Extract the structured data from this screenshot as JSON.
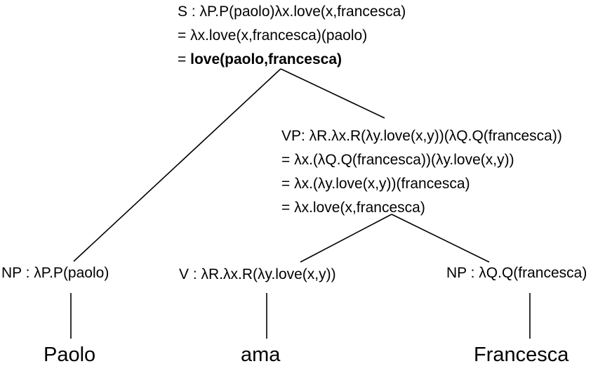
{
  "s_node": {
    "line1": "S : λP.P(paolo)λx.love(x,francesca)",
    "line2": "= λx.love(x,francesca)(paolo)",
    "line3_prefix": "= ",
    "line3_result": "love(paolo,francesca)"
  },
  "vp_node": {
    "line1": "VP:  λR.λx.R(λy.love(x,y))(λQ.Q(francesca))",
    "line2": "= λx.(λQ.Q(francesca))(λy.love(x,y))",
    "line3": "= λx.(λy.love(x,y))(francesca)",
    "line4": "= λx.love(x,francesca)"
  },
  "np_subject": "NP : λP.P(paolo)",
  "v_node": "V : λR.λx.R(λy.love(x,y))",
  "np_object": "NP : λQ.Q(francesca)",
  "words": {
    "subject": "Paolo",
    "verb": "ama",
    "object": "Francesca"
  }
}
